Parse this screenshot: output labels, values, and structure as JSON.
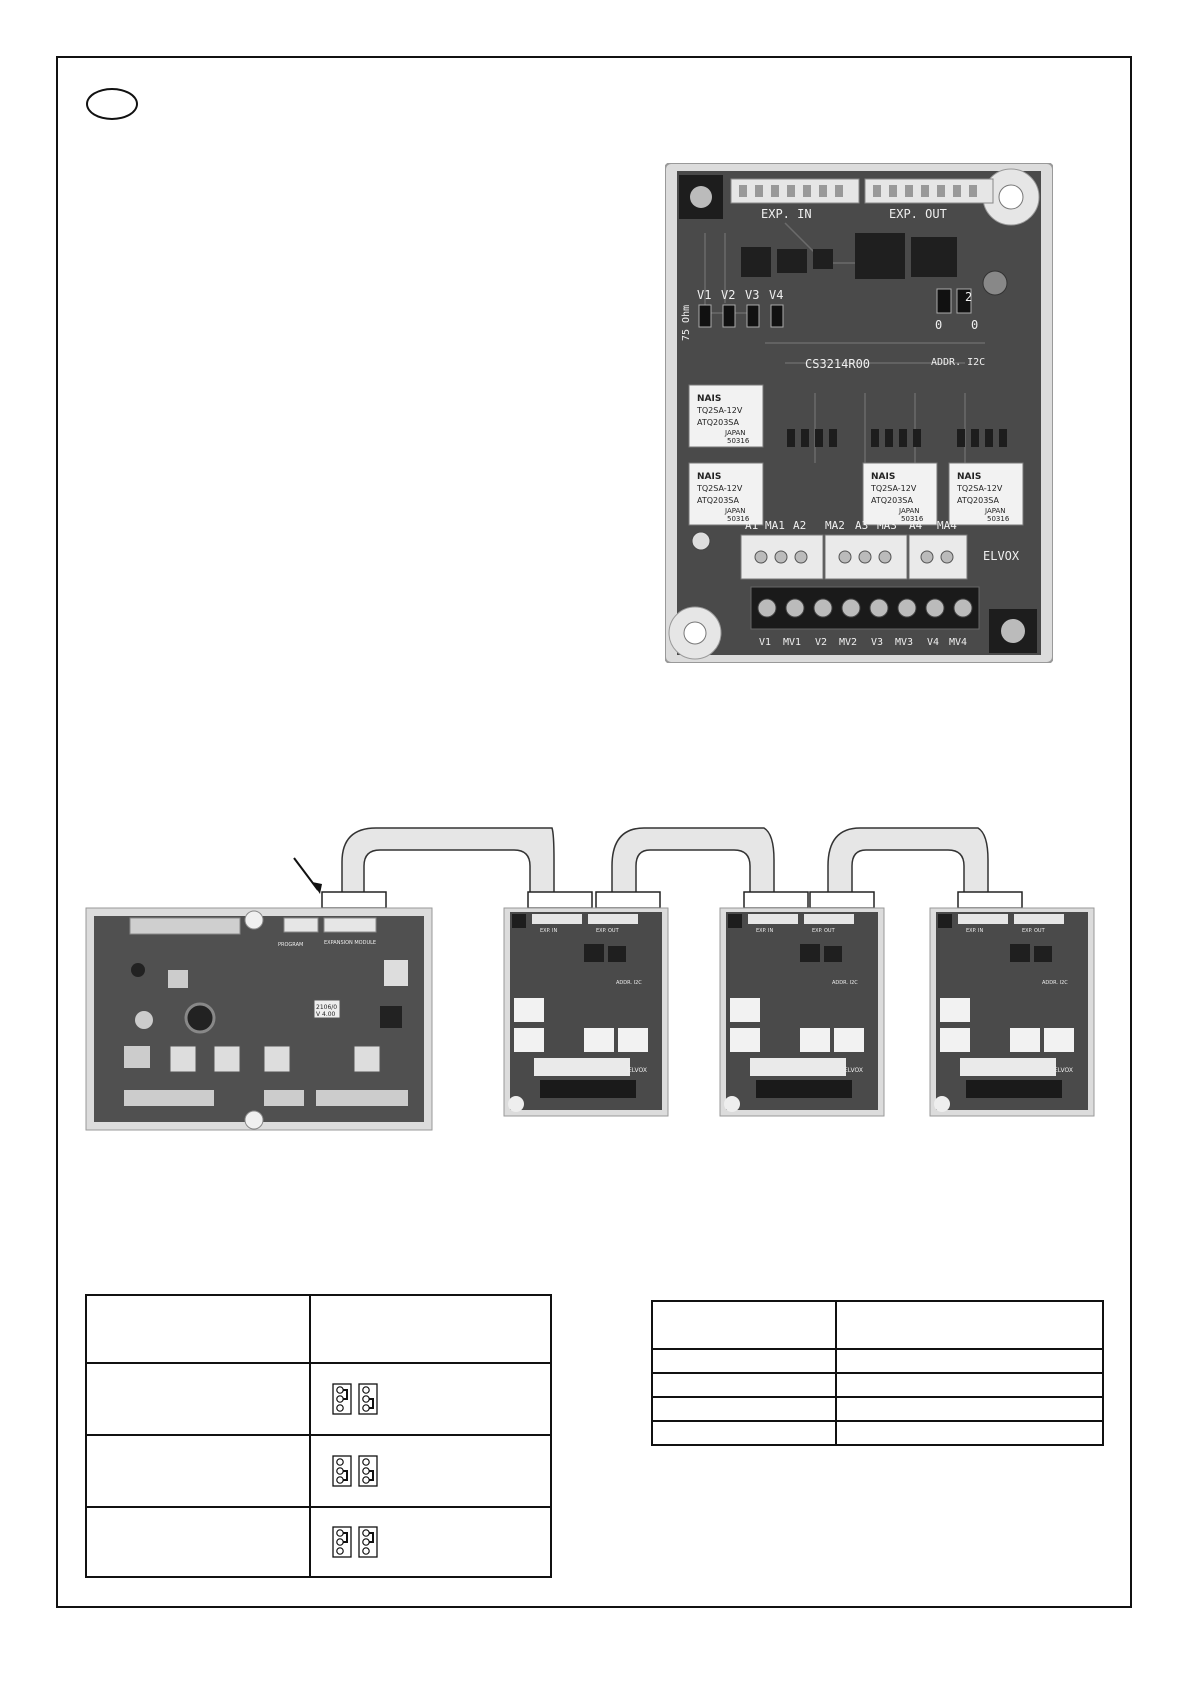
{
  "main_board": {
    "connectors": [
      "EXP. IN",
      "EXP. OUT"
    ],
    "label_75ohm": "75 Ohm",
    "video_jumpers": [
      "V1",
      "V2",
      "V3",
      "V4"
    ],
    "board_code": "CS3214R00",
    "addr_label": "ADDR. I2C",
    "addr_values": [
      "2",
      "0",
      "0"
    ],
    "relay": {
      "brand": "NAIS",
      "model": "TQ2SA-12V",
      "code": "ATQ203SA",
      "origin": "JAPAN",
      "batch": "50316"
    },
    "audio_labels": [
      "A1",
      "MA1",
      "A2",
      "MA2",
      "A3",
      "MA3",
      "A4",
      "MA4"
    ],
    "brand": "ELVOX",
    "terminal_labels": [
      "V1",
      "MV1",
      "V2",
      "MV2",
      "V3",
      "MV3",
      "V4",
      "MV4"
    ]
  },
  "chain": {
    "controller_labels": [
      "PROGRAM",
      "EXPANSION MODULE"
    ],
    "controller_code": "2106/0",
    "controller_version": "V 4.00",
    "module_labels": [
      "EXP. IN",
      "EXP. OUT",
      "ADDR. I2C",
      "ELVOX"
    ]
  },
  "jumper_table": {
    "configs": [
      {
        "left": "top",
        "right": "bottom"
      },
      {
        "left": "bottom",
        "right": "bottom"
      },
      {
        "left": "top",
        "right": "top"
      }
    ]
  },
  "colors": {
    "ink": "#111111",
    "pcb": "#4a4a4a",
    "pcb_dark": "#2e2e2e",
    "case": "#dcdcdc",
    "relay": "#f2f2f2"
  }
}
